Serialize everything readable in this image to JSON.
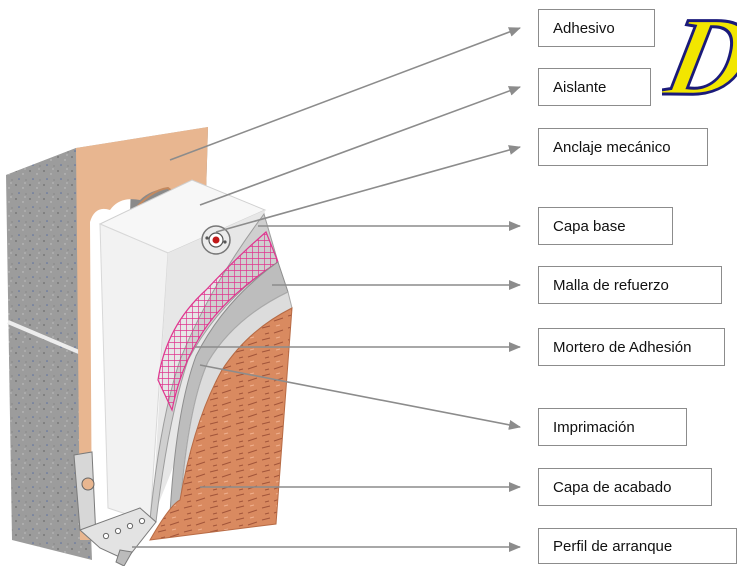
{
  "title_text": "D",
  "labels": [
    "Adhesivo",
    "Aislante",
    "Anclaje mecánico",
    "Capa base",
    "Malla de refuerzo",
    "Mortero de Adhesión",
    "Imprimación",
    "Capa de acabado",
    "Perfil de arranque"
  ],
  "colors": {
    "concrete": "#9a9a9a",
    "adhesive": "#e8b690",
    "insulation": "#f4f4f4",
    "mesh": "#e0358f",
    "finish": "#d98a60",
    "leader": "#8c8c8c",
    "wordart_fill": "#f2e600",
    "wordart_stroke": "#1a1a7a"
  }
}
